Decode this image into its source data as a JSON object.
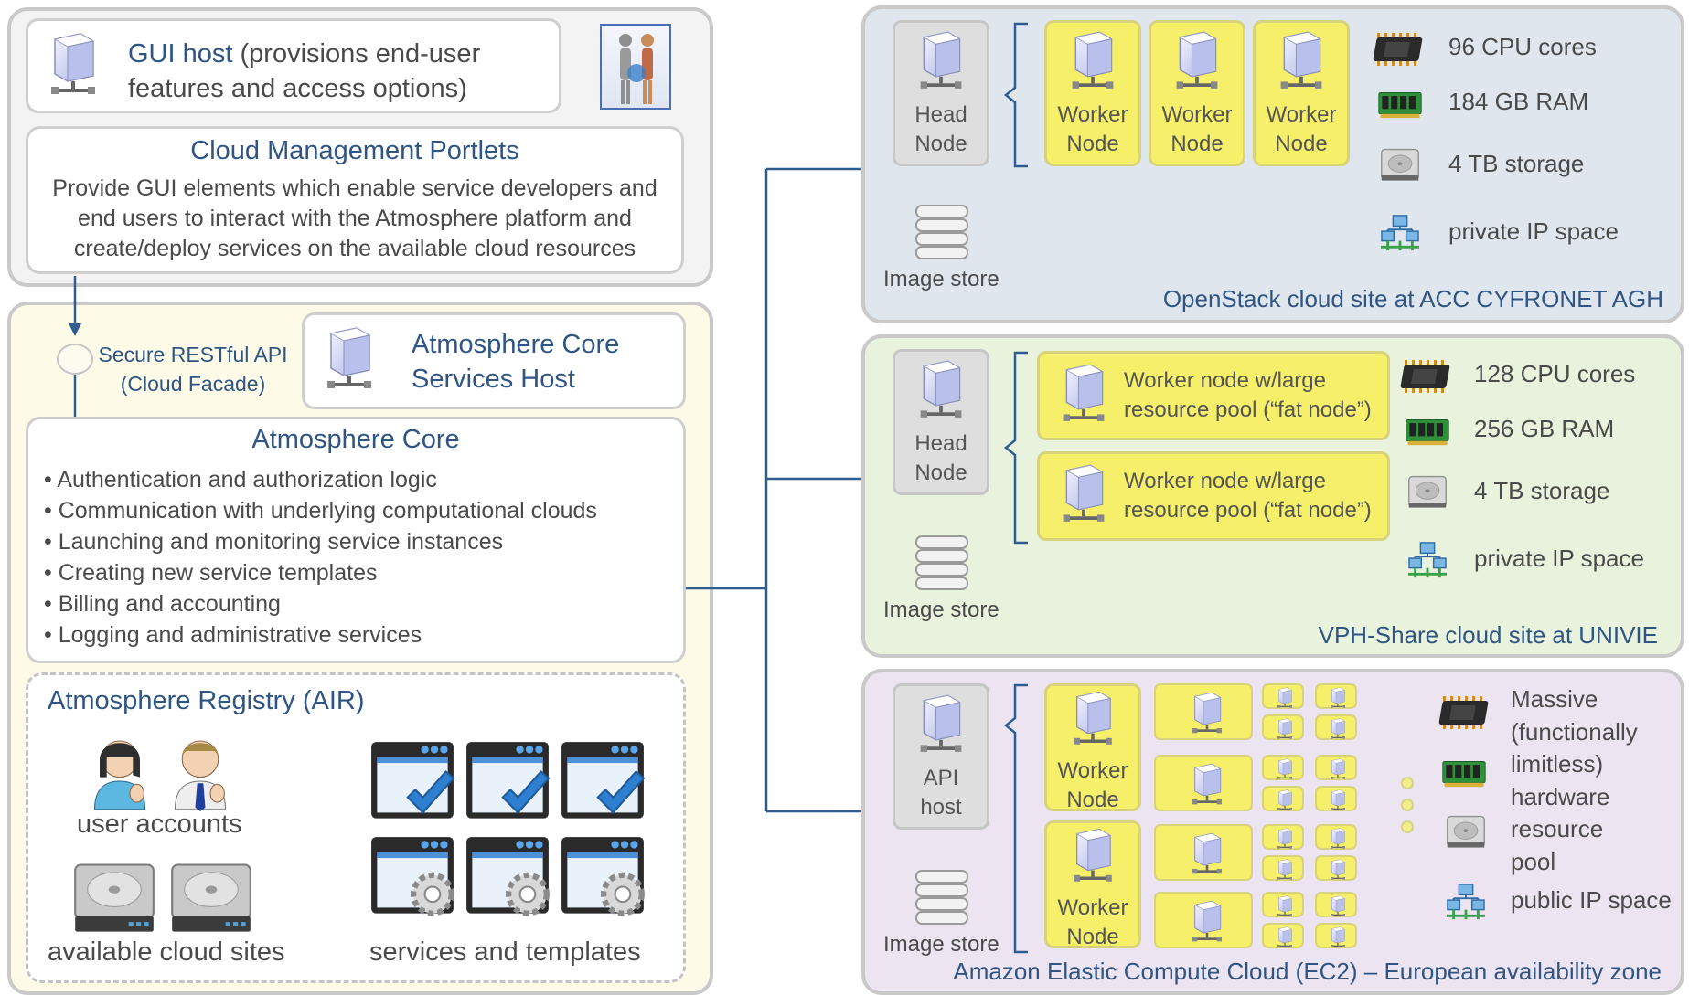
{
  "gui": {
    "host_title": "GUI host",
    "host_desc_1": " (provisions end-user",
    "host_desc_2": "features and access options)",
    "portlets_title": "Cloud Management Portlets",
    "portlets_lines": [
      "Provide GUI elements which enable service developers and",
      "end users to interact with the Atmosphere platform and",
      "create/deploy services on the available cloud resources"
    ]
  },
  "api": {
    "line1": "Secure RESTful API",
    "line2": "(Cloud Facade)"
  },
  "core_host": {
    "line1": "Atmosphere Core",
    "line2": "Services Host"
  },
  "core": {
    "title": "Atmosphere Core",
    "items": [
      "Authentication and authorization logic",
      "Communication with underlying computational clouds",
      "Launching and monitoring service instances",
      "Creating new service templates",
      "Billing and accounting",
      "Logging and administrative services"
    ]
  },
  "registry": {
    "title": "Atmosphere Registry (AIR)",
    "user_accounts": "user accounts",
    "cloud_sites": "available cloud sites",
    "services": "services and templates"
  },
  "site1": {
    "head_line1": "Head",
    "head_line2": "Node",
    "worker_line1": "Worker",
    "worker_line2": "Node",
    "image_store": "Image store",
    "cpu": "96 CPU cores",
    "ram": "184 GB RAM",
    "storage": "4 TB storage",
    "ip": "private IP space",
    "title": "OpenStack cloud site at ACC CYFRONET AGH"
  },
  "site2": {
    "head_line1": "Head",
    "head_line2": "Node",
    "fat_line1": "Worker node w/large",
    "fat_line2": "resource pool (“fat node”)",
    "image_store": "Image store",
    "cpu": "128 CPU cores",
    "ram": "256 GB RAM",
    "storage": "4 TB storage",
    "ip": "private IP space",
    "title": "VPH-Share cloud site at UNIVIE"
  },
  "site3": {
    "api_line1": "API",
    "api_line2": "host",
    "worker_line1": "Worker",
    "worker_line2": "Node",
    "image_store": "Image store",
    "pool_lines": [
      "Massive",
      "(functionally",
      "limitless)",
      "hardware",
      "resource",
      "pool"
    ],
    "ip": "public IP space",
    "title": "Amazon Elastic Compute Cloud (EC2) – European availability zone"
  },
  "colors": {
    "title_blue": "#2f5584",
    "connector": "#2f5d8f",
    "site1_bg": "#dfe6ee",
    "site2_bg": "#e8f2dc",
    "site3_bg": "#ece4f1",
    "core_bg": "#fdfbe8",
    "worker_yellow": "#f6ef6a"
  }
}
